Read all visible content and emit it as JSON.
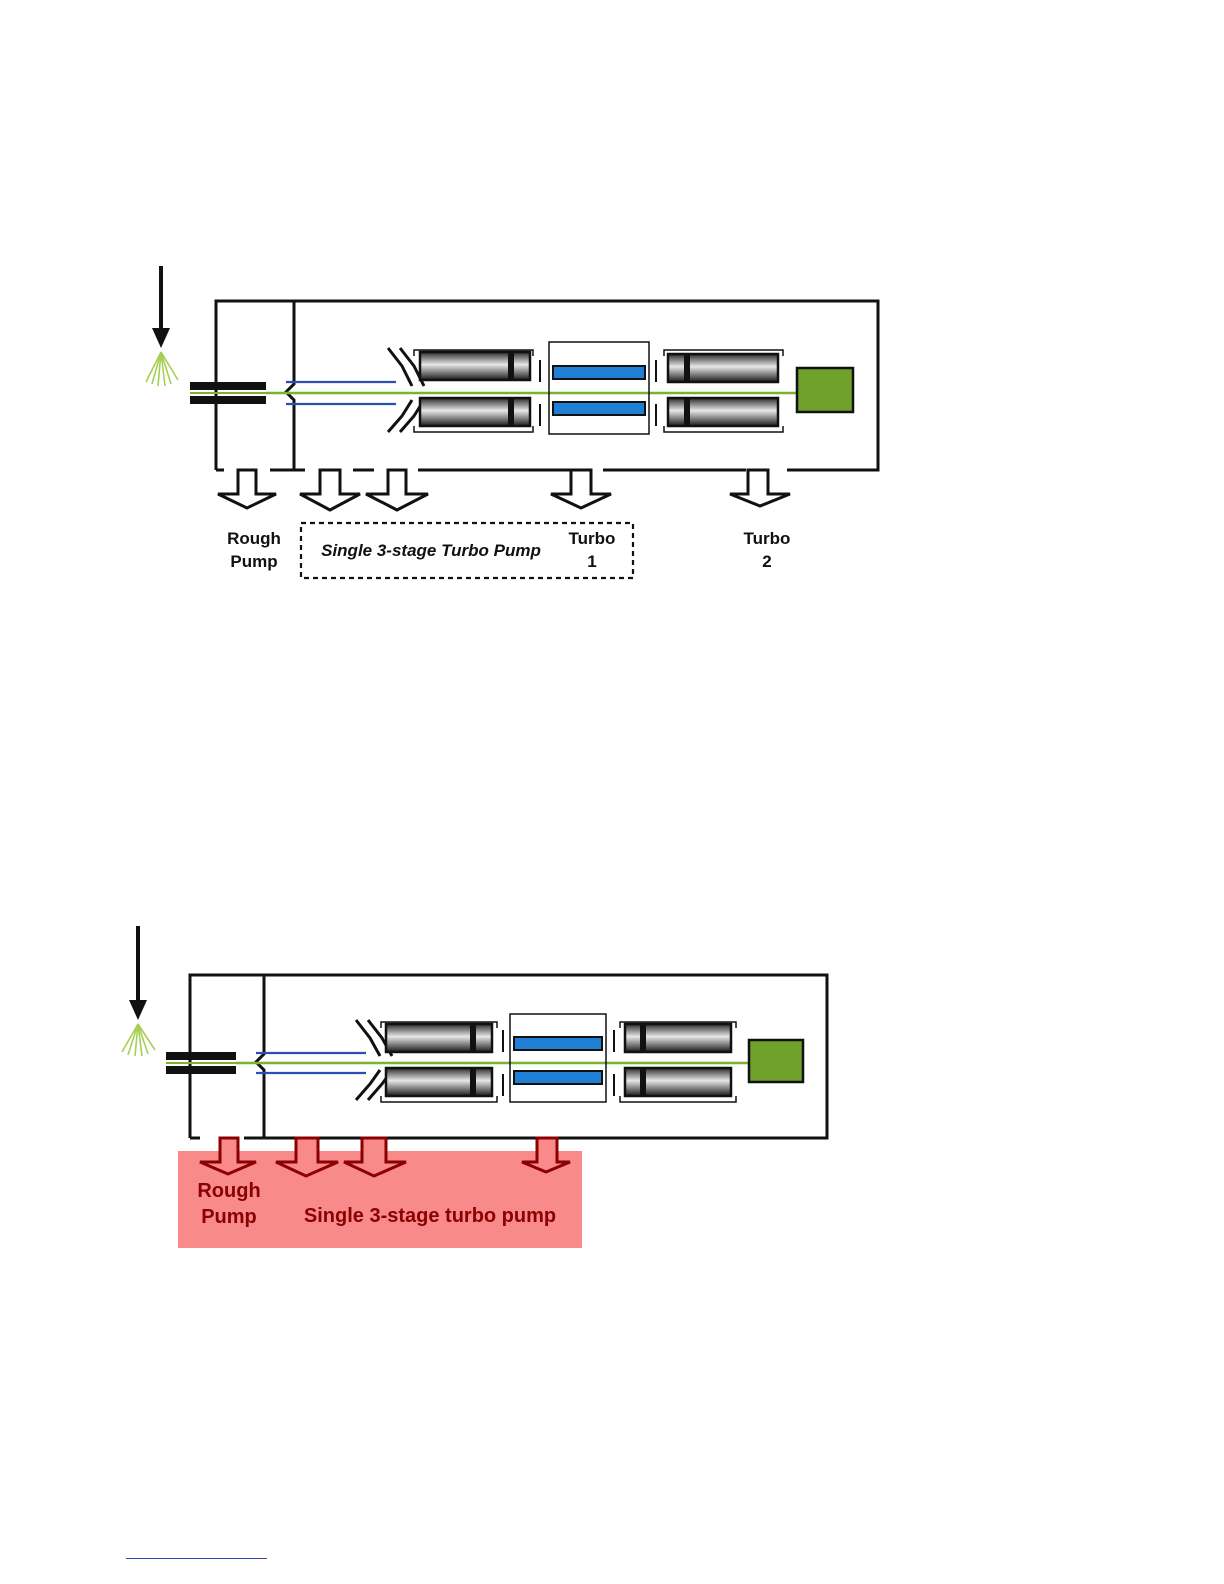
{
  "diagram1": {
    "rough_pump_label": [
      "Rough",
      "Pump"
    ],
    "turbo_group_label": "Single 3-stage Turbo Pump",
    "turbo1_label": [
      "Turbo",
      "1"
    ],
    "turbo2_label": [
      "Turbo",
      "2"
    ]
  },
  "diagram2": {
    "rough_pump_label": [
      "Rough",
      "Pump"
    ],
    "turbo_group_label": "Single 3-stage turbo pump",
    "highlight_color": "#f88a8a"
  },
  "colors": {
    "ion_path": "#7ab32e",
    "quadrupole": "#1e7fd4",
    "detector": "#6fa12a",
    "lens": "#2a4fb0",
    "label_red": "#8b0000"
  }
}
